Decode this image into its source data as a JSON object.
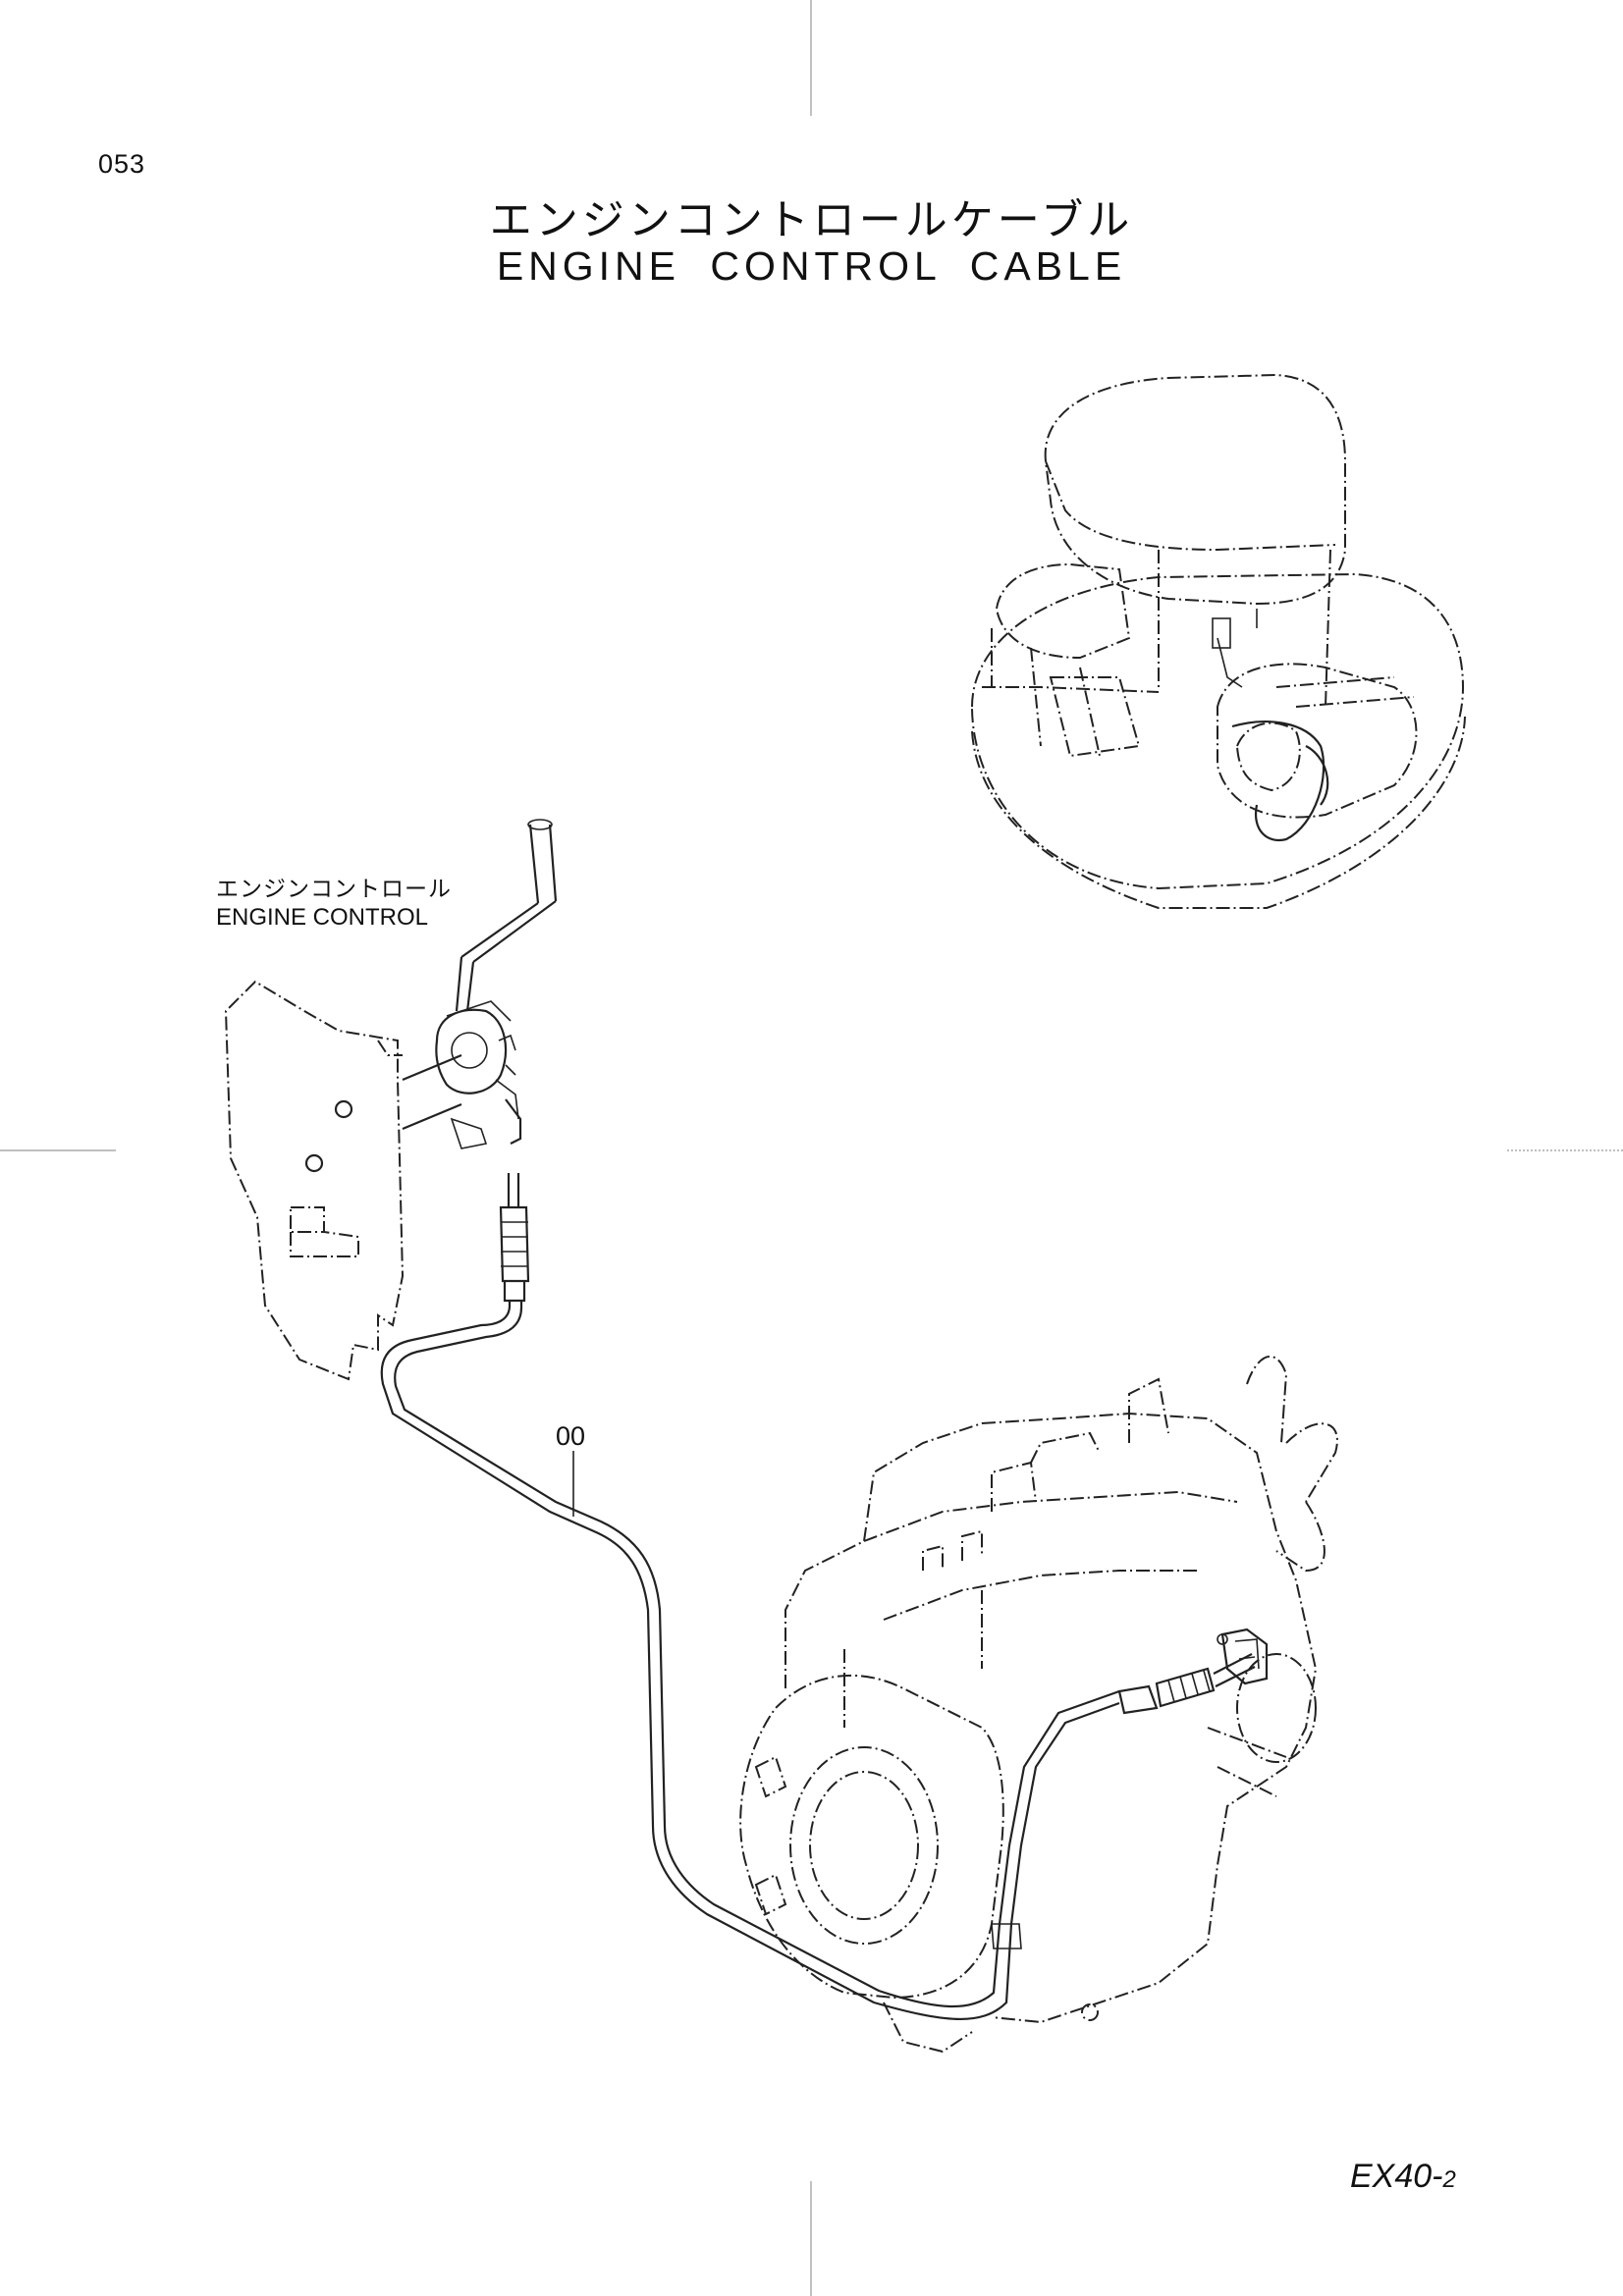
{
  "page_number": "053",
  "title": {
    "japanese": "エンジンコントロールケーブル",
    "english": "ENGINE CONTROL CABLE"
  },
  "labels": {
    "engine_control_jp": "エンジンコントロール",
    "engine_control_en": "ENGINE CONTROL",
    "part_callout": "00"
  },
  "model": {
    "main": "EX40-",
    "suffix": "2"
  }
}
